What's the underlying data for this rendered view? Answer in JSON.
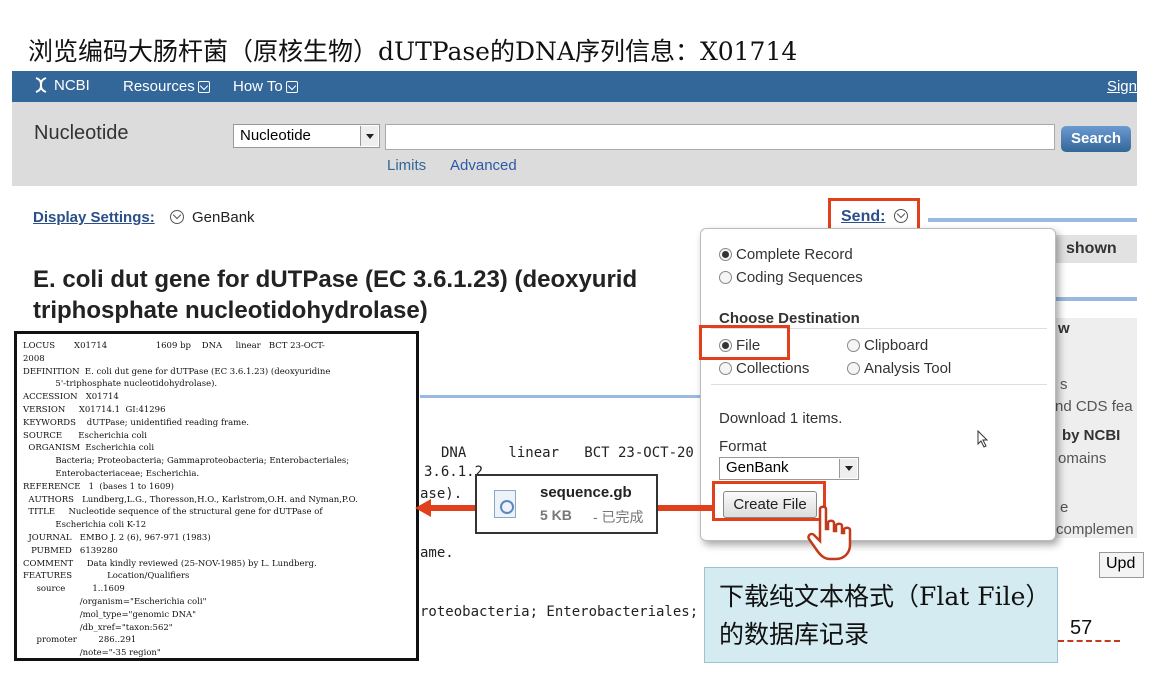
{
  "slide": {
    "title": "浏览编码大肠杆菌（原核生物）dUTPase的DNA序列信息：X01714",
    "callout": "下载纯文本格式（Flat File）的数据库记录",
    "page_number": "57"
  },
  "ncbi_header": {
    "logo": "NCBI",
    "resources": "Resources",
    "how_to": "How To",
    "sign_in": "Sign"
  },
  "search": {
    "db_title": "Nucleotide",
    "db_selected": "Nucleotide",
    "query": "",
    "button": "Search",
    "limits": "Limits",
    "advanced": "Advanced"
  },
  "display": {
    "settings_label": "Display Settings:",
    "settings_value": "GenBank",
    "send_label": "Send:"
  },
  "record": {
    "title_line1": "E. coli dut gene for dUTPase (EC 3.6.1.23) (deoxyurid",
    "title_line2": "triphosphate nucleotidohydrolase)",
    "bg_locus": "DNA     linear   BCT 23-OCT-20",
    "bg_ec": "3.6.1.2",
    "bg_ase": "ase).",
    "bg_ame": "ame.",
    "bg_lineage": "roteobacteria; Enterobacteriales;"
  },
  "right_panel": {
    "shown": "shown",
    "w": "w",
    "s": "s",
    "cds": "nd CDS fea",
    "by_ncbi": "by NCBI",
    "omains": "omains",
    "e": "e",
    "complement": "complemen",
    "update": "Upd"
  },
  "send_popup": {
    "complete_record": "Complete Record",
    "coding_sequences": "Coding Sequences",
    "choose_destination": "Choose Destination",
    "file": "File",
    "clipboard": "Clipboard",
    "collections": "Collections",
    "analysis_tool": "Analysis Tool",
    "download_items": "Download 1 items.",
    "format_label": "Format",
    "format_value": "GenBank",
    "create_file": "Create File"
  },
  "download": {
    "filename": "sequence.gb",
    "size": "5 KB",
    "status": "- 已完成"
  },
  "locus_text": "LOCUS       X01714                  1609 bp    DNA     linear   BCT 23-OCT-\n2008\nDEFINITION  E. coli dut gene for dUTPase (EC 3.6.1.23) (deoxyuridine\n            5'-triphosphate nucleotidohydrolase).\nACCESSION   X01714\nVERSION     X01714.1  GI:41296\nKEYWORDS    dUTPase; unidentified reading frame.\nSOURCE      Escherichia coli\n  ORGANISM  Escherichia coli\n            Bacteria; Proteobacteria; Gammaproteobacteria; Enterobacteriales;\n            Enterobacteriaceae; Escherichia.\nREFERENCE   1  (bases 1 to 1609)\n  AUTHORS   Lundberg,L.G., Thoresson,H.O., Karlstrom,O.H. and Nyman,P.O.\n  TITLE     Nucleotide sequence of the structural gene for dUTPase of\n            Escherichia coli K-12\n  JOURNAL   EMBO J. 2 (6), 967-971 (1983)\n   PUBMED   6139280\nCOMMENT     Data kindly reviewed (25-NOV-1985) by L. Lundberg.\nFEATURES             Location/Qualifiers\n     source          1..1609\n                     /organism=\"Escherichia coli\"\n                     /mol_type=\"genomic DNA\"\n                     /db_xref=\"taxon:562\"\n     promoter        286..291\n                     /note=\"-35 region\"",
  "colors": {
    "ncbi_blue": "#336699",
    "highlight_red": "#e0401c",
    "callout_bg": "#d5ebf2"
  }
}
